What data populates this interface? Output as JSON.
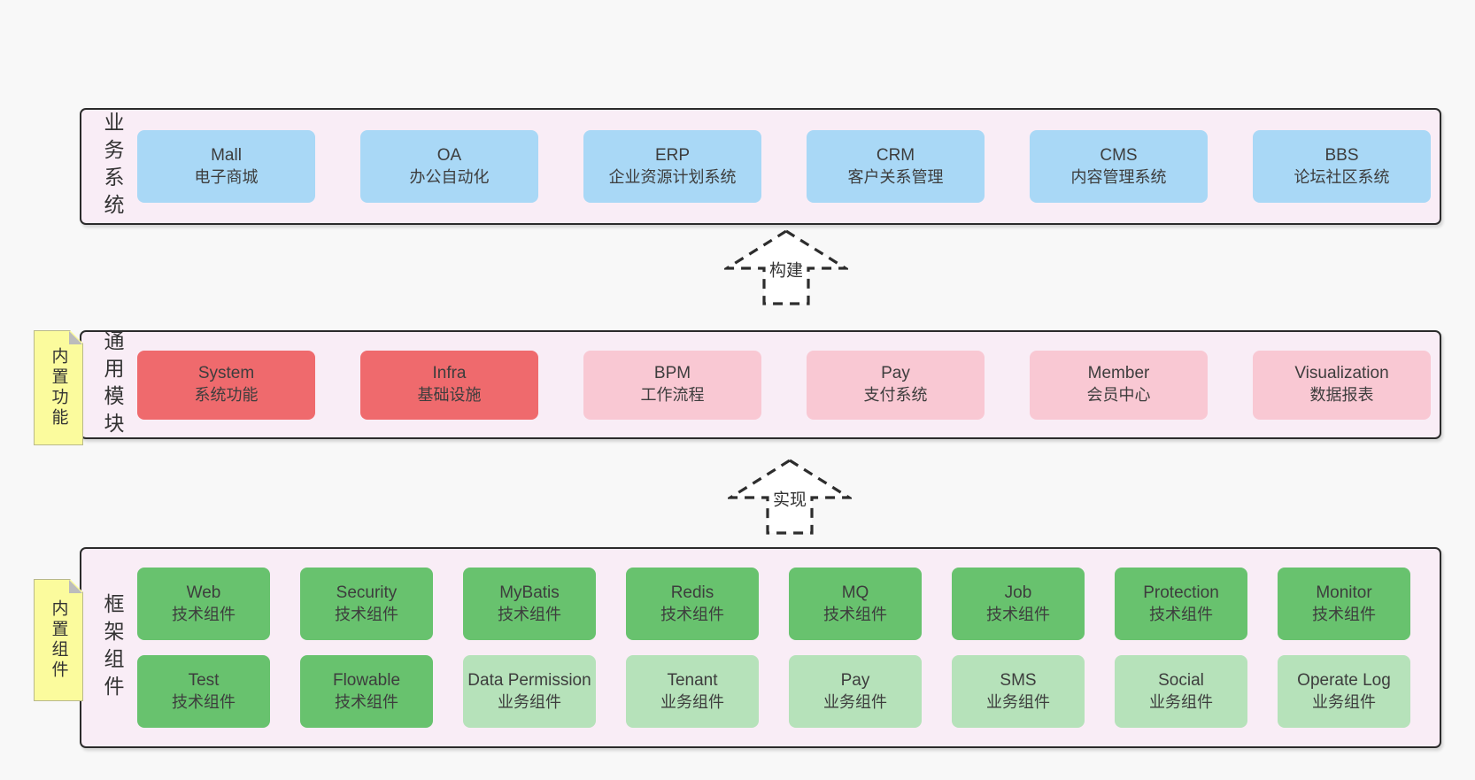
{
  "colors": {
    "page_bg": "#f8f8f8",
    "band_bg": "#f9edf6",
    "band_border": "#2b2b2b",
    "blue": "#a9d8f6",
    "red": "#ef6a6d",
    "pink": "#f9c8d3",
    "green": "#68c26e",
    "light_green": "#b6e2ba",
    "sticky_bg": "#fbfb9d",
    "arrow_dash": "#2d2d2d"
  },
  "stickies": [
    {
      "label": "内置功能"
    },
    {
      "label": "内置组件"
    }
  ],
  "arrows": [
    {
      "label": "构建"
    },
    {
      "label": "实现"
    }
  ],
  "bands": [
    {
      "id": "business-systems",
      "band_label": "业务系统",
      "rows": [
        [
          {
            "en": "Mall",
            "zh": "电子商城",
            "variant": "blue"
          },
          {
            "en": "OA",
            "zh": "办公自动化",
            "variant": "blue"
          },
          {
            "en": "ERP",
            "zh": "企业资源计划系统",
            "variant": "blue"
          },
          {
            "en": "CRM",
            "zh": "客户关系管理",
            "variant": "blue"
          },
          {
            "en": "CMS",
            "zh": "内容管理系统",
            "variant": "blue"
          },
          {
            "en": "BBS",
            "zh": "论坛社区系统",
            "variant": "blue"
          }
        ]
      ]
    },
    {
      "id": "common-modules",
      "band_label": "通用模块",
      "rows": [
        [
          {
            "en": "System",
            "zh": "系统功能",
            "variant": "red"
          },
          {
            "en": "Infra",
            "zh": "基础设施",
            "variant": "red"
          },
          {
            "en": "BPM",
            "zh": "工作流程",
            "variant": "pink"
          },
          {
            "en": "Pay",
            "zh": "支付系统",
            "variant": "pink"
          },
          {
            "en": "Member",
            "zh": "会员中心",
            "variant": "pink"
          },
          {
            "en": "Visualization",
            "zh": "数据报表",
            "variant": "pink"
          }
        ]
      ]
    },
    {
      "id": "framework-components",
      "band_label": "框架组件",
      "rows": [
        [
          {
            "en": "Web",
            "zh": "技术组件",
            "variant": "green"
          },
          {
            "en": "Security",
            "zh": "技术组件",
            "variant": "green"
          },
          {
            "en": "MyBatis",
            "zh": "技术组件",
            "variant": "green"
          },
          {
            "en": "Redis",
            "zh": "技术组件",
            "variant": "green"
          },
          {
            "en": "MQ",
            "zh": "技术组件",
            "variant": "green"
          },
          {
            "en": "Job",
            "zh": "技术组件",
            "variant": "green"
          },
          {
            "en": "Protection",
            "zh": "技术组件",
            "variant": "green"
          },
          {
            "en": "Monitor",
            "zh": "技术组件",
            "variant": "green"
          }
        ],
        [
          {
            "en": "Test",
            "zh": "技术组件",
            "variant": "green"
          },
          {
            "en": "Flowable",
            "zh": "技术组件",
            "variant": "green"
          },
          {
            "en": "Data Permission",
            "zh": "业务组件",
            "variant": "light_green"
          },
          {
            "en": "Tenant",
            "zh": "业务组件",
            "variant": "light_green"
          },
          {
            "en": "Pay",
            "zh": "业务组件",
            "variant": "light_green"
          },
          {
            "en": "SMS",
            "zh": "业务组件",
            "variant": "light_green"
          },
          {
            "en": "Social",
            "zh": "业务组件",
            "variant": "light_green"
          },
          {
            "en": "Operate Log",
            "zh": "业务组件",
            "variant": "light_green"
          }
        ]
      ]
    }
  ]
}
